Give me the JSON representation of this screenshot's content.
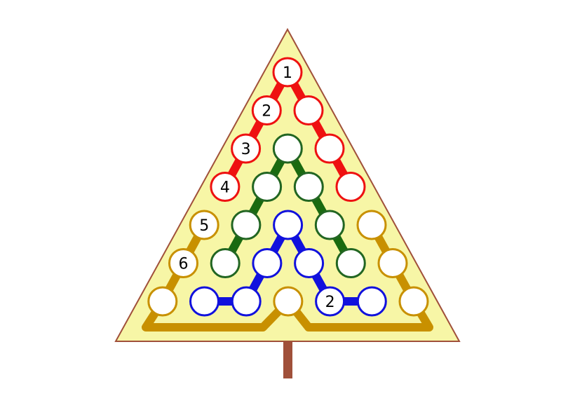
{
  "colors": {
    "tree_fill": "#f7f6a6",
    "tree_outline": "#a0503a",
    "trunk": "#a0503a",
    "red": "#ee1111",
    "green": "#226622",
    "green_line": "#1a6a10",
    "blue": "#1111dd",
    "gold": "#c89000",
    "circle_fill": "#ffffff"
  },
  "rows": [
    [
      {
        "color": "red",
        "label": "1"
      }
    ],
    [
      {
        "color": "red",
        "label": "2"
      },
      {
        "color": "red",
        "label": ""
      }
    ],
    [
      {
        "color": "red",
        "label": "3"
      },
      {
        "color": "green",
        "label": ""
      },
      {
        "color": "red",
        "label": ""
      }
    ],
    [
      {
        "color": "red",
        "label": "4"
      },
      {
        "color": "green",
        "label": ""
      },
      {
        "color": "green",
        "label": ""
      },
      {
        "color": "red",
        "label": ""
      }
    ],
    [
      {
        "color": "gold",
        "label": "5"
      },
      {
        "color": "green",
        "label": ""
      },
      {
        "color": "blue",
        "label": ""
      },
      {
        "color": "green",
        "label": ""
      },
      {
        "color": "gold",
        "label": ""
      }
    ],
    [
      {
        "color": "gold",
        "label": "6"
      },
      {
        "color": "green",
        "label": ""
      },
      {
        "color": "blue",
        "label": ""
      },
      {
        "color": "blue",
        "label": ""
      },
      {
        "color": "green",
        "label": ""
      },
      {
        "color": "gold",
        "label": ""
      }
    ],
    [
      {
        "color": "gold",
        "label": ""
      },
      {
        "color": "blue",
        "label": ""
      },
      {
        "color": "blue",
        "label": ""
      },
      {
        "color": "gold",
        "label": ""
      },
      {
        "color": "blue",
        "label": "2"
      },
      {
        "color": "blue",
        "label": ""
      },
      {
        "color": "gold",
        "label": ""
      }
    ]
  ]
}
